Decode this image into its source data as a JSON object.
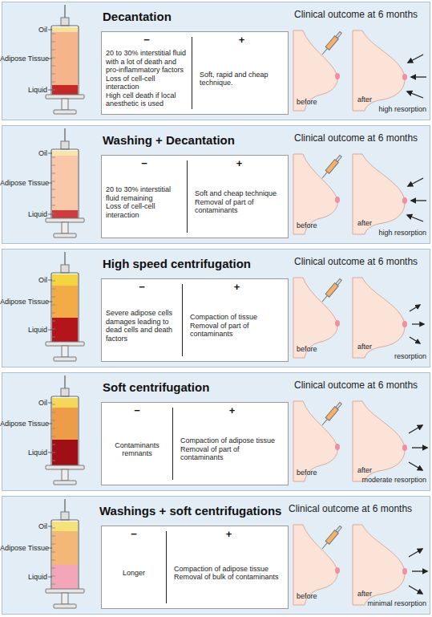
{
  "diagram": {
    "nodes": [
      {
        "text": [
          "Decantation"
        ]
      },
      {
        "text": [
          "−",
          "20 to 30% interstitial fluid with a lot of death and pro-inflammatory factors",
          "Loss of cell-cell interaction",
          "High cell death if local anesthetic is used",
          "+",
          "Soft, rapid and cheap technique."
        ],
        "in": 0
      },
      {
        "text": [
          "Washing + Decantation"
        ]
      },
      {
        "text": [
          "−",
          "20 to 30% interstitial fluid remaining",
          "Loss of cell-cell interaction",
          "+",
          "Soft and cheap technique",
          "Removal of part of contaminants"
        ],
        "in": 2
      },
      {
        "text": [
          "High speed centrifugation"
        ]
      },
      {
        "text": [
          "−",
          "Severe adipose cells damages leading to dead cells and death factors",
          "+",
          "Compaction of tissue",
          "Removal of part of contaminants"
        ],
        "in": 4
      },
      {
        "text": [
          "Soft centrifugation"
        ]
      },
      {
        "text": [
          "−",
          "Contaminants remnants",
          "+",
          "Compaction of adipose tissue",
          "Removal of part of contaminants"
        ],
        "in": 6
      },
      {
        "text": [
          "Washings + soft centrifugations"
        ]
      },
      {
        "text": [
          "−",
          "Longer",
          "+",
          "Compaction of adipose tissue",
          "Removal of bulk of contaminants"
        ],
        "in": 8
      }
    ],
    "labels": [
      "Oil",
      "Adipose Tissue",
      "Liquid",
      "Clinical outcome at 6 months",
      "before",
      "after",
      "high resorption",
      "Oil",
      "Adipose Tissue",
      "Liquid",
      "Clinical outcome at 6 months",
      "before",
      "after",
      "high resorption",
      "Oil",
      "Adipose Tissue",
      "Liquid",
      "Clinical outcome at 6 months",
      "before",
      "after",
      "resorption",
      "Oil",
      "Adipose Tissue",
      "Liquid",
      "Clinical outcome at 6 months",
      "before",
      "after",
      "moderate resorption",
      "Oil",
      "Adipose Tissue",
      "Liquid",
      "Clinical outcome at 6 months",
      "before",
      "after",
      "minimal resorption"
    ]
  }
}
